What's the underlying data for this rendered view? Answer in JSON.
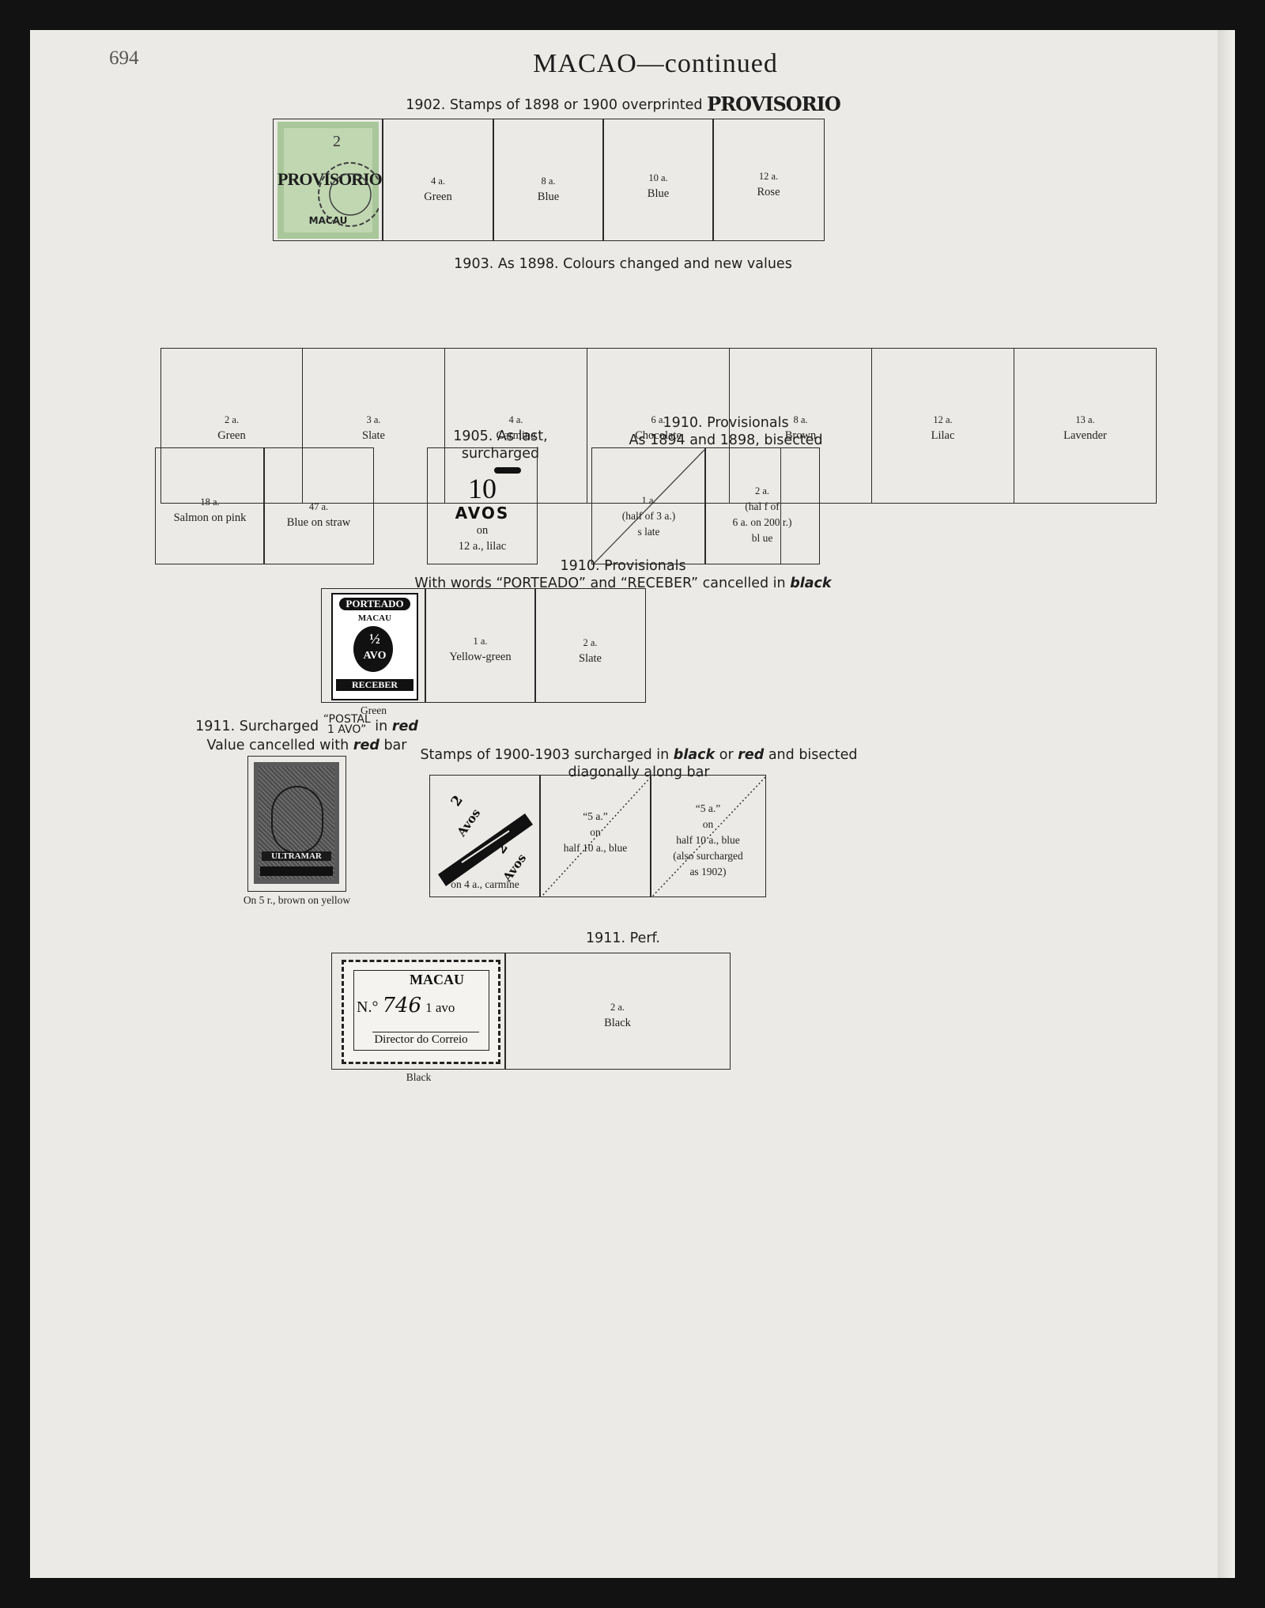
{
  "page": {
    "number": "694",
    "title": "MACAO—continued"
  },
  "s1902": {
    "heading": "1902.  Stamps of 1898 or 1900 overprinted",
    "overprint": "PROVISORIO",
    "stamp": {
      "value": "2",
      "overprint": "PROVISORIO",
      "country": "MACAU"
    },
    "cells": [
      {
        "value": "4 a.",
        "color": "Green"
      },
      {
        "value": "8 a.",
        "color": "Blue"
      },
      {
        "value": "10 a.",
        "color": "Blue"
      },
      {
        "value": "12 a.",
        "color": "Rose"
      }
    ]
  },
  "s1903": {
    "heading": "1903.  As 1898.  Colours changed and new values",
    "cells": [
      {
        "value": "2 a.",
        "color": "Green"
      },
      {
        "value": "3 a.",
        "color": "Slate"
      },
      {
        "value": "4 a.",
        "color": "Carmine"
      },
      {
        "value": "6 a.",
        "color": "Chocolate"
      },
      {
        "value": "8 a.",
        "color": "Brown"
      },
      {
        "value": "12 a.",
        "color": "Lilac"
      },
      {
        "value": "13 a.",
        "color": "Lavender"
      }
    ]
  },
  "s1903b": {
    "cells": [
      {
        "value": "18 a.",
        "color": "Salmon on pink"
      },
      {
        "value": "47 a.",
        "color": "Blue on straw"
      }
    ]
  },
  "s1905": {
    "heading": "1905.  As last, surcharged",
    "big": "10",
    "unit": "AVOS",
    "on": "on",
    "base": "12 a., lilac"
  },
  "s1910b": {
    "heading1": "1910.  Provisionals",
    "heading2": "As 1894 and 1898, bisected",
    "cells": [
      {
        "value": "1 a.",
        "line1": "(half of    3 a.)",
        "line2": "s     late"
      },
      {
        "value": "2 a.",
        "line1": "(hal f of",
        "line2": "6 a. on 200 r.)",
        "color": "bl ue"
      }
    ]
  },
  "s1910p": {
    "heading1": "1910.  Provisionals",
    "heading2a": "With words “PORTEADO” and “RECEBER” cancelled in",
    "heading2b": "black",
    "stamp": {
      "top": "PORTEADO",
      "country": "MACAU",
      "fraction": "½",
      "unit": "AVO",
      "bottom": "RECEBER",
      "caption": "Green"
    },
    "cells": [
      {
        "value": "1 a.",
        "color": "Yellow-green"
      },
      {
        "value": "2 a.",
        "color": "Slate"
      }
    ]
  },
  "s1911p": {
    "heading1a": "1911.  Surcharged",
    "sample1": "“POSTAL",
    "sample2": "1 AVO”",
    "heading1b": "in",
    "heading1c": "red",
    "heading2a": "Value cancelled with",
    "heading2b": "red",
    "heading2c": "bar",
    "stamp": {
      "text": "ULTRAMAR"
    },
    "caption": "On 5 r., brown on yellow"
  },
  "s1900": {
    "heading1a": "Stamps of 1900-1903 surcharged in",
    "heading1b": "black",
    "heading1c": "or",
    "heading1d": "red",
    "heading1e": "and bisected",
    "heading2": "diagonally along bar",
    "cells": [
      {
        "caption": "on 4 a., carmine"
      },
      {
        "l1": "“5 a.”",
        "l2": "on",
        "l3": "half   10 a., blue"
      },
      {
        "l1": "“5 a.”",
        "l2": "on",
        "l3": "half  10    a., blue",
        "l4": "(also   surcharged",
        "l5": "as 1902)"
      }
    ]
  },
  "s1911perf": {
    "heading": "1911.  Perf.",
    "stamp": {
      "country": "MACAU",
      "prefix": "N.°",
      "number": "746",
      "value": "1 avo",
      "director": "Director do Correio"
    },
    "caption": "Black",
    "cells": [
      {
        "value": "2 a.",
        "color": "Black"
      }
    ]
  }
}
